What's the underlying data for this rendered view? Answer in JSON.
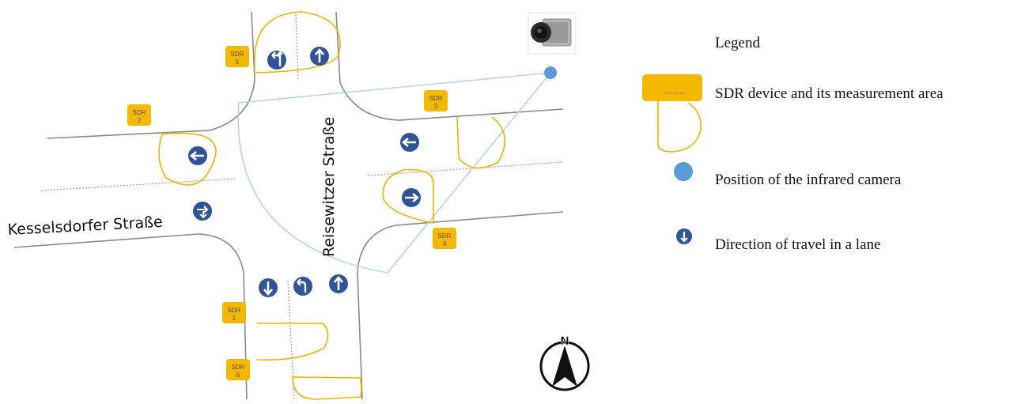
{
  "streets": {
    "horizontal": "Kesselsdorfer Straße",
    "vertical": "Reisewitzer Straße"
  },
  "sdr_devices": [
    {
      "label": "SDR",
      "number": "1"
    },
    {
      "label": "SDR",
      "number": "2"
    },
    {
      "label": "SDR",
      "number": "3"
    },
    {
      "label": "SDR",
      "number": "4"
    },
    {
      "label": "SDR",
      "number": "5"
    },
    {
      "label": "SDR",
      "number": "6"
    }
  ],
  "compass": {
    "label": "N"
  },
  "legend": {
    "title": "Legend",
    "items": [
      {
        "text": "SDR device and its measurement area",
        "icon": "sdr-device-icon"
      },
      {
        "text": "Position of the infrared camera",
        "icon": "camera-position-icon"
      },
      {
        "text": "Direction of travel in a lane",
        "icon": "direction-arrow-icon"
      }
    ]
  },
  "colors": {
    "sdr_fill": "#f5b800",
    "measurement_area": "#f0b400",
    "arrow_fill": "#2f5597",
    "camera_dot": "#5b9bd5",
    "camera_view": "#b9d3ea",
    "road_edge": "#7f7f7f"
  }
}
